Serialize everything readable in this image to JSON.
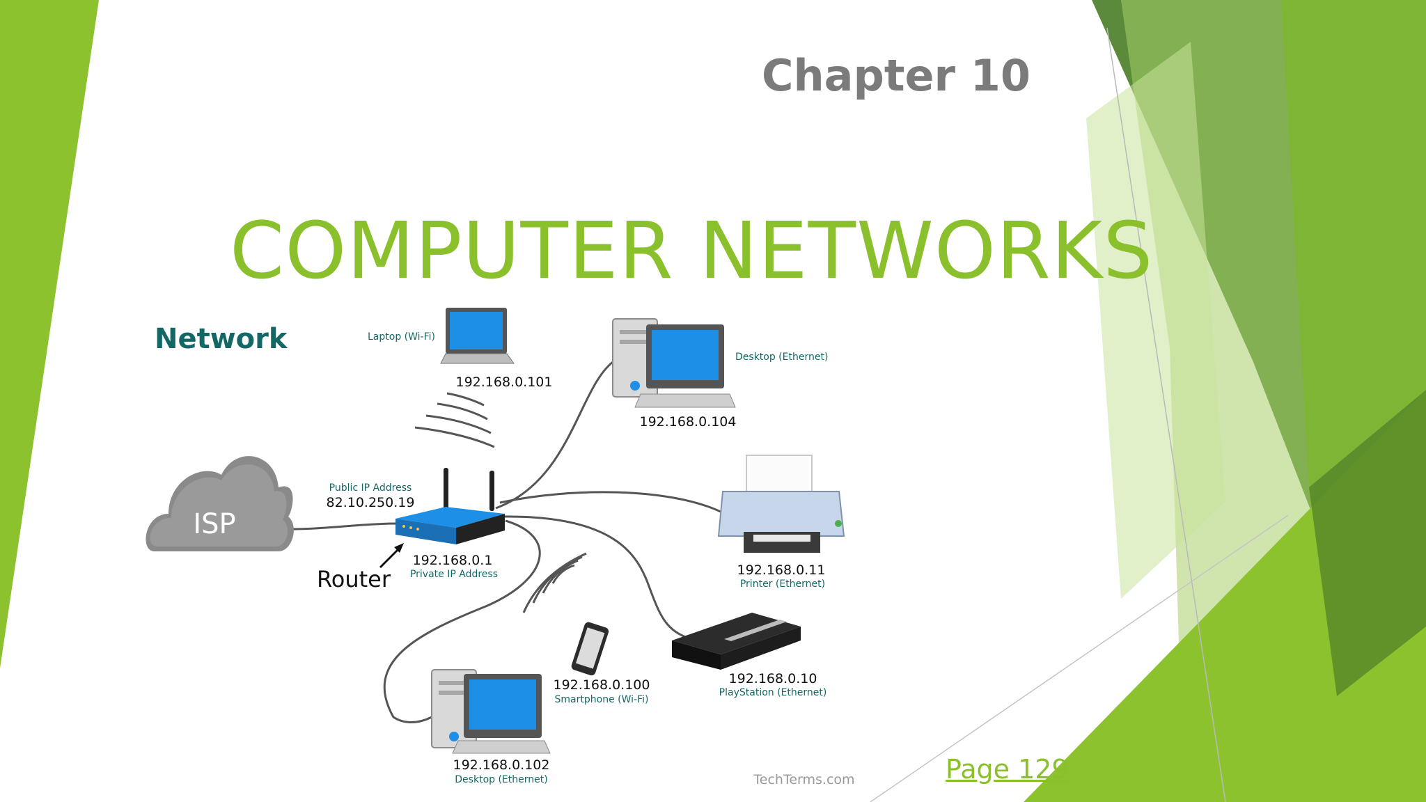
{
  "slide": {
    "chapter": "Chapter 10",
    "title": "COMPUTER NETWORKS",
    "page_link": "Page 129"
  },
  "diagram": {
    "heading": "Network",
    "isp": "ISP",
    "router": {
      "label": "Router",
      "public_caption": "Public IP Address",
      "public_ip": "82.10.250.19",
      "private_ip": "192.168.0.1",
      "private_caption": "Private IP Address"
    },
    "laptop": {
      "caption": "Laptop (Wi-Fi)",
      "ip": "192.168.0.101"
    },
    "desktop_top": {
      "caption": "Desktop (Ethernet)",
      "ip": "192.168.0.104"
    },
    "printer": {
      "ip": "192.168.0.11",
      "caption": "Printer (Ethernet)"
    },
    "playstation": {
      "ip": "192.168.0.10",
      "caption": "PlayStation (Ethernet)"
    },
    "smartphone": {
      "ip": "192.168.0.100",
      "caption": "Smartphone (Wi-Fi)"
    },
    "desktop_bottom": {
      "ip": "192.168.0.102",
      "caption": "Desktop (Ethernet)"
    },
    "credit": "TechTerms.com"
  },
  "colors": {
    "accent_green": "#8bc02d",
    "teal": "#136866",
    "device_blue": "#1e8fe6",
    "gray_text": "#7b7b7b"
  }
}
